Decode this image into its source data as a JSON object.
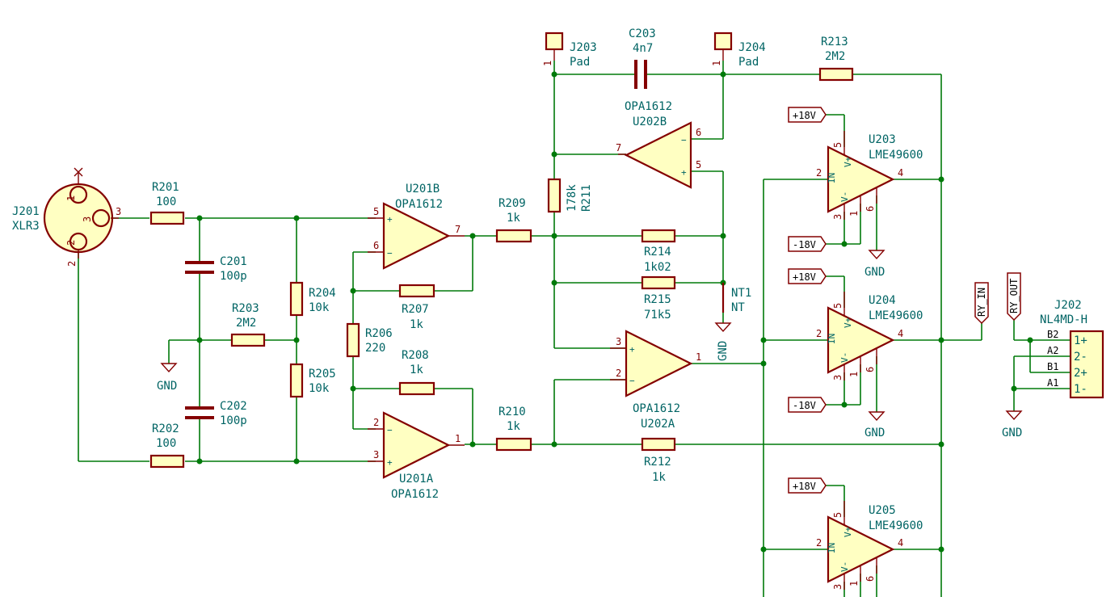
{
  "components": {
    "J201": {
      "ref": "J201",
      "value": "XLR3",
      "pins": [
        "1",
        "2",
        "3"
      ]
    },
    "R201": {
      "ref": "R201",
      "value": "100"
    },
    "R202": {
      "ref": "R202",
      "value": "100"
    },
    "C201": {
      "ref": "C201",
      "value": "100p"
    },
    "C202": {
      "ref": "C202",
      "value": "100p"
    },
    "R203": {
      "ref": "R203",
      "value": "2M2"
    },
    "R204": {
      "ref": "R204",
      "value": "10k"
    },
    "R205": {
      "ref": "R205",
      "value": "10k"
    },
    "R206": {
      "ref": "R206",
      "value": "220"
    },
    "R207": {
      "ref": "R207",
      "value": "1k"
    },
    "R208": {
      "ref": "R208",
      "value": "1k"
    },
    "U201B": {
      "ref": "U201B",
      "value": "OPA1612",
      "pins": {
        "plus": "5",
        "minus": "6",
        "out": "7"
      }
    },
    "U201A": {
      "ref": "U201A",
      "value": "OPA1612",
      "pins": {
        "plus": "3",
        "minus": "2",
        "out": "1"
      }
    },
    "R209": {
      "ref": "R209",
      "value": "1k"
    },
    "R210": {
      "ref": "R210",
      "value": "1k"
    },
    "R211": {
      "ref": "R211",
      "value": "178k"
    },
    "R212": {
      "ref": "R212",
      "value": "1k"
    },
    "R213": {
      "ref": "R213",
      "value": "2M2"
    },
    "R214": {
      "ref": "R214",
      "value": "1k02"
    },
    "R215": {
      "ref": "R215",
      "value": "71k5"
    },
    "C203": {
      "ref": "C203",
      "value": "4n7"
    },
    "J203": {
      "ref": "J203",
      "value": "Pad",
      "pin": "1"
    },
    "J204": {
      "ref": "J204",
      "value": "Pad",
      "pin": "1"
    },
    "U202B": {
      "ref": "U202B",
      "value": "OPA1612",
      "pins": {
        "minus": "6",
        "plus": "5",
        "out": "7"
      }
    },
    "U202A": {
      "ref": "U202A",
      "value": "OPA1612",
      "pins": {
        "plus": "3",
        "minus": "2",
        "out": "1"
      }
    },
    "NT1": {
      "ref": "NT1",
      "value": "NT"
    },
    "U203": {
      "ref": "U203",
      "value": "LME49600"
    },
    "U204": {
      "ref": "U204",
      "value": "LME49600"
    },
    "U205": {
      "ref": "U205",
      "value": "LME49600"
    },
    "J202": {
      "ref": "J202",
      "value": "NL4MD-H",
      "pins": [
        "1+",
        "2-",
        "2+",
        "1-"
      ],
      "net_labels": [
        "B2",
        "A2",
        "B1",
        "A1"
      ]
    }
  },
  "buffer_pins": {
    "in_pin": "2",
    "out_pin": "4",
    "vplus_pin": "5",
    "vminus_pin": "3",
    "pin1": "1",
    "pin6": "6",
    "in_name": "IN",
    "vplus_name": "V+",
    "vminus_name": "V-"
  },
  "power": {
    "pos": "+18V",
    "neg": "-18V",
    "gnd": "GND"
  },
  "nets": {
    "ry_in": "RY_IN",
    "ry_out": "RY_OUT"
  }
}
